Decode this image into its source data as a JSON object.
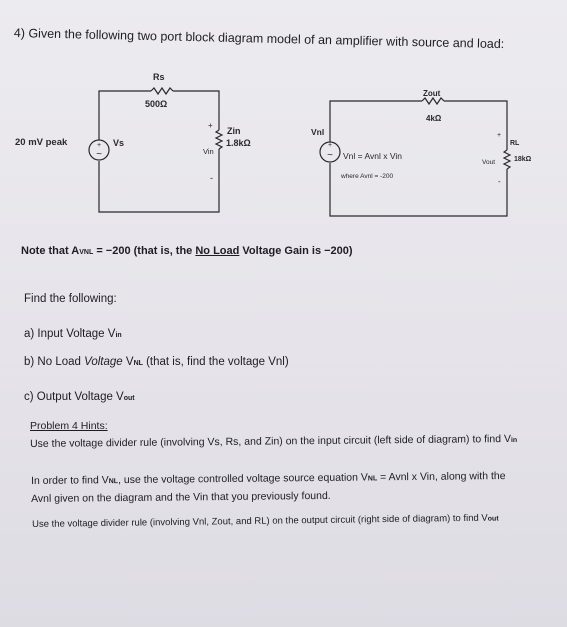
{
  "problem": {
    "title": "4) Given the following two port block diagram model of an amplifier with source and load:"
  },
  "diagram": {
    "rs_label": "Rs",
    "rs_value": "500Ω",
    "source_label": "20 mV peak",
    "vs_label": "Vs",
    "plus": "+",
    "minus": "-",
    "zin_label": "Zin",
    "zin_value": "1.8kΩ",
    "vin_label": "Vin",
    "vnl_label": "Vnl",
    "vnl_equation": "Vnl = Avnl x Vin",
    "vnl_where": "where Avnl = -200",
    "zout_label": "Zout",
    "zout_value": "4kΩ",
    "rl_label": "RL",
    "rl_value": "18kΩ",
    "vout_label": "Vout"
  },
  "note": {
    "prefix": "Note that A",
    "sub": "VNL",
    "middle": " = −200  (that is, the ",
    "underlined": "No Load",
    "suffix": " Voltage Gain is  −200)"
  },
  "questions": {
    "intro": "Find the following:",
    "a_prefix": "a) Input Voltage V",
    "a_sub": "in",
    "b_prefix": "b) No Load ",
    "b_italic": "Voltage",
    "b_v": " V",
    "b_sub": "NL",
    "b_suffix": "  (that is, find the voltage Vnl)",
    "c_prefix": "c) Output Voltage V",
    "c_sub": "out"
  },
  "hints": {
    "title": "Problem 4 Hints:",
    "line1_main": "Use the voltage divider rule (involving Vs, Rs, and Zin) on the input circuit (left side of diagram) to find V",
    "line1_sub": "in",
    "line2_a": "In order to find V",
    "line2_sub1": "NL",
    "line2_b": ", use the voltage controlled voltage source equation V",
    "line2_sub2": "NL",
    "line2_c": " = Avnl x Vin, along with the",
    "line3": "Avnl given on the diagram and the Vin that you previously found.",
    "line4_main": "Use the voltage divider rule (involving Vnl, Zout, and RL) on the output circuit (right side of diagram) to find V",
    "line4_sub": "out"
  }
}
